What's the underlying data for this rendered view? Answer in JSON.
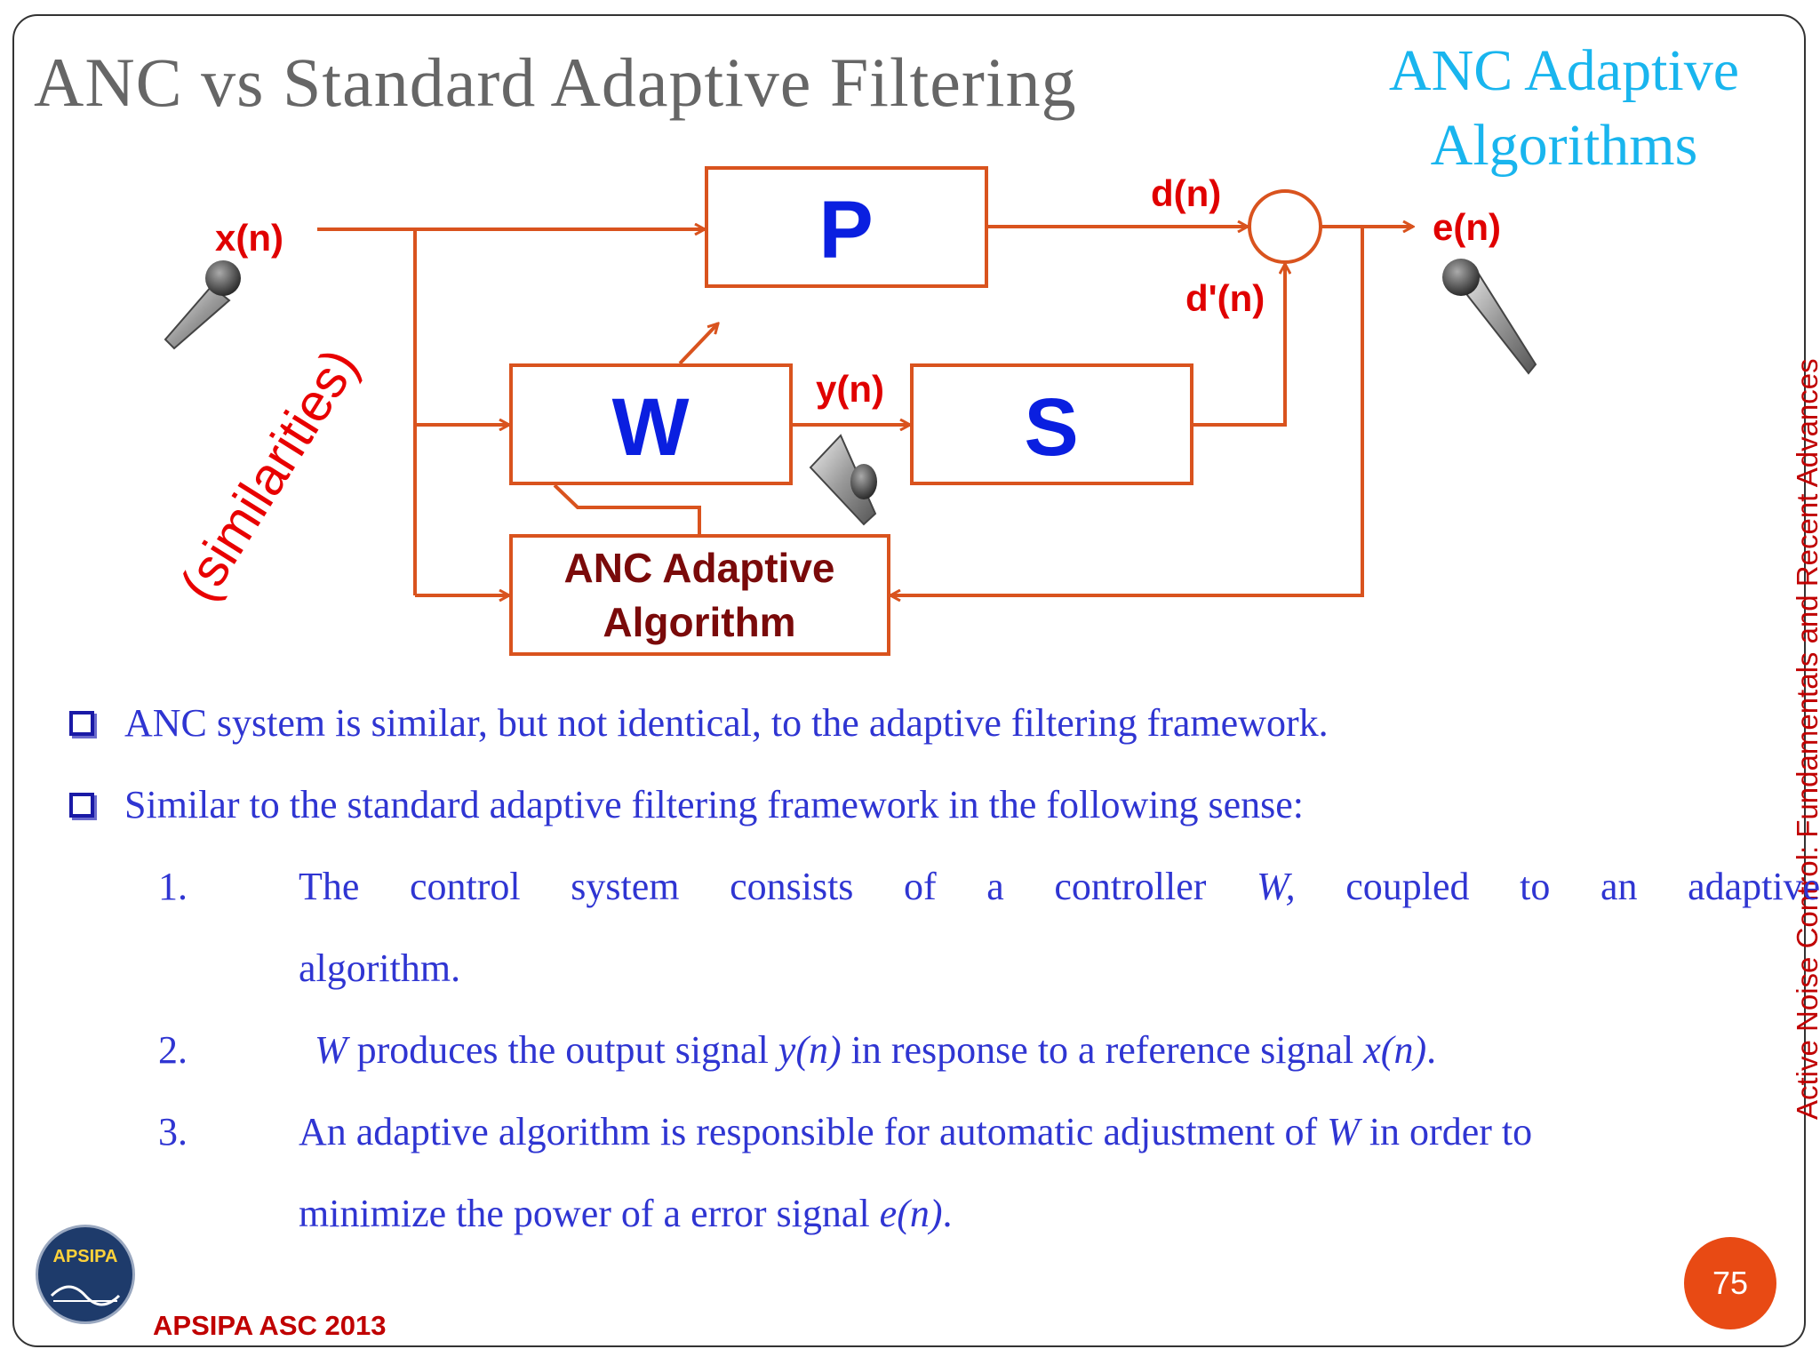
{
  "slide": {
    "title": "ANC vs Standard Adaptive Filtering",
    "section_line1": "ANC Adaptive",
    "section_line2": "Algorithms",
    "side_text": "Active Noise Control: Fundamentals and Recent Advances",
    "footer": "APSIPA ASC 2013",
    "logo_text": "APSIPA",
    "page_number": "75"
  },
  "diagram": {
    "x_label": "x(n)",
    "d_label": "d(n)",
    "e_label": "e(n)",
    "dprime_label": "d'(n)",
    "y_label": "y(n)",
    "p_label": "P",
    "w_label": "W",
    "s_label": "S",
    "algo_line1": "ANC Adaptive",
    "algo_line2": "Algorithm",
    "similarities": "(similarities)",
    "colors": {
      "line": "#d9531e",
      "block_text": "#0a1fe0",
      "algo_text": "#7a0a0a",
      "similarities": "#e80000"
    }
  },
  "bullets": [
    "ANC system is similar, but not identical, to the adaptive filtering framework.",
    "Similar to the standard adaptive filtering framework in the following sense:"
  ],
  "items": {
    "one": {
      "num": "1.",
      "words": [
        "The",
        "control",
        "system",
        "consists",
        "of",
        "a",
        "controller",
        "W,",
        "coupled",
        "to",
        "an",
        "adaptive"
      ],
      "cont": "algorithm."
    },
    "two": {
      "num": "2.",
      "a": "W",
      "b": " produces the output signal ",
      "c": "y(n)",
      "d": " in response to a reference signal ",
      "e": "x(n)",
      "f": "."
    },
    "three": {
      "num": "3.",
      "line1_a": "An adaptive algorithm is responsible for automatic adjustment of ",
      "line1_b": "W",
      "line1_c": " in order to",
      "line2_a": "minimize the power of a error signal ",
      "line2_b": "e(n)",
      "line2_c": "."
    }
  }
}
